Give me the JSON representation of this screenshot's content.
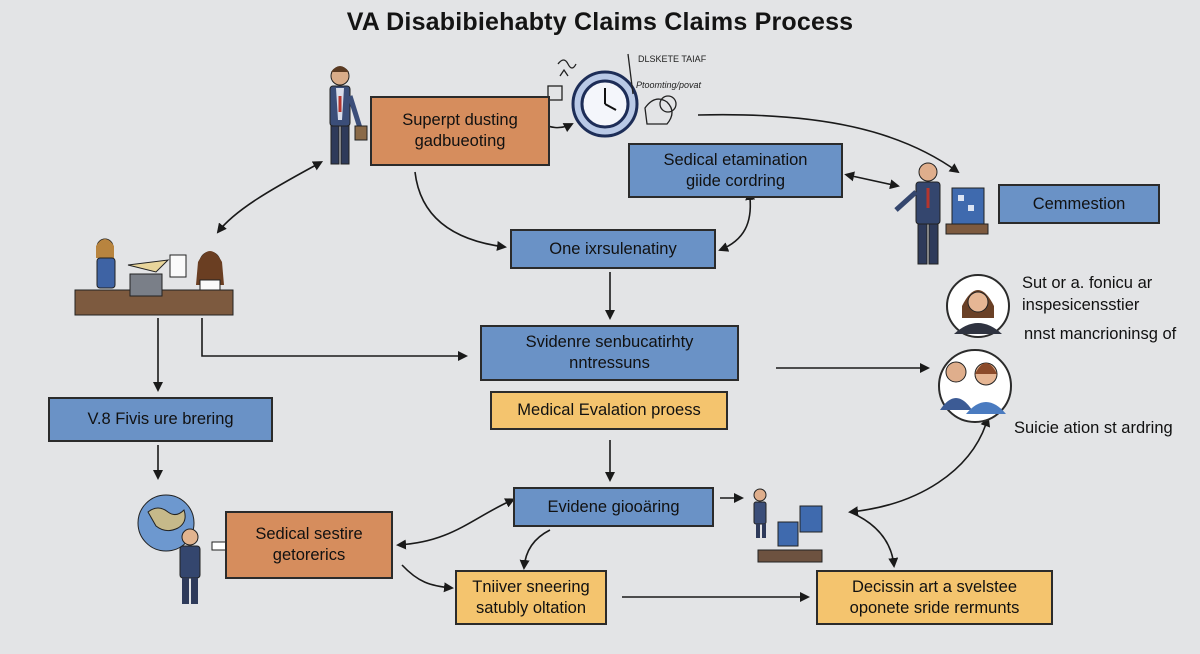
{
  "title": "VA Disabibiehabty Claims Claims Process",
  "sketch_text": {
    "line1": "DLSKETE TAIAF",
    "line2": "Ptoomting/povat"
  },
  "nodes": {
    "superpt": {
      "line1": "Superpt dusting",
      "line2": "gadbueoting"
    },
    "sedical_exam": {
      "line1": "Sedical etamination",
      "line2": "giide cordring"
    },
    "commission": {
      "line1": "Cemmestion"
    },
    "one_ix": {
      "line1": "One ixrsulenatiny"
    },
    "svidenre": {
      "line1": "Svidenre senbucatirhty",
      "line2": "nntressuns"
    },
    "medical_eval": {
      "line1": "Medical Evalation proess"
    },
    "va_fivis": {
      "line1": "V.8 Fivis ure brering"
    },
    "evidene": {
      "line1": "Evidene giooäring"
    },
    "sedical_sestire": {
      "line1": "Sedical sestire",
      "line2": "getorerics"
    },
    "tniiver": {
      "line1": "Tniiver sneering",
      "line2": "satubly oltation"
    },
    "decision": {
      "line1": "Decissin art a svelstee",
      "line2": "oponete sride rermunts"
    }
  },
  "side_text": {
    "sut_line1": "Sut or a. fonicu ar",
    "sut_line2": "inspesicensstier",
    "nnst": "nnst mancrioninsg of",
    "suicie": "Suicie ation st ardring"
  },
  "colors": {
    "background": "#e3e4e6",
    "blue_box": "#6a92c6",
    "orange_box": "#d68d5d",
    "yellow_box": "#f4c46e",
    "outline": "#2b2b2b"
  }
}
